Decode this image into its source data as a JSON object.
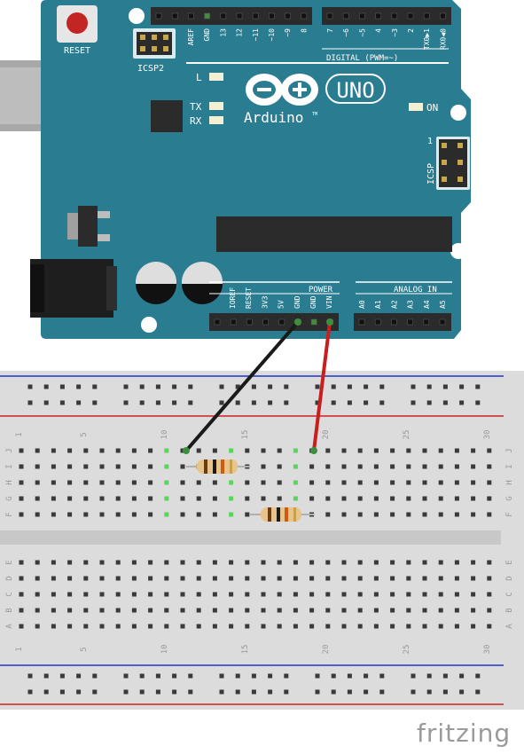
{
  "colors": {
    "board": "#2a7d91",
    "board_light": "#d8ecef",
    "header": "#2b2b2b",
    "breadboard": "#dcdcdc",
    "breadboard_gap": "#c8c8c8",
    "hole": "#3a3a3a",
    "hole_active": "#59d659",
    "rail_red": "#cc2222",
    "rail_blue": "#2233cc",
    "wire_black": "#1a1a1a",
    "wire_red": "#c81e1e",
    "resistor_body": "#e9c48a",
    "watermark": "#9a9a9a"
  },
  "board": {
    "reset_label": "RESET",
    "icsp2_label": "ICSP2",
    "icsp_label": "ICSP",
    "icsp_pin1": "1",
    "brand": "Arduino",
    "tm": "TM",
    "model": "UNO",
    "led_l": "L",
    "led_tx": "TX",
    "led_rx": "RX",
    "led_on": "ON",
    "digital_label": "DIGITAL (PWM=~)",
    "power_label": "POWER",
    "analog_label": "ANALOG IN",
    "digital_pins_left": [
      "AREF",
      "GND",
      "13",
      "12",
      "~11",
      "~10",
      "~9",
      "8"
    ],
    "digital_pins_right": [
      "7",
      "~6",
      "~5",
      "4",
      "~3",
      "2",
      "TX0▶1",
      "RX0◀0"
    ],
    "power_pins": [
      "IOREF",
      "RESET",
      "3V3",
      "5V",
      "GND",
      "GND",
      "VIN"
    ],
    "analog_pins": [
      "A0",
      "A1",
      "A2",
      "A3",
      "A4",
      "A5"
    ]
  },
  "breadboard": {
    "column_numbers": [
      "1",
      "5",
      "10",
      "15",
      "20",
      "25",
      "30"
    ],
    "rows_top": [
      "J",
      "I",
      "H",
      "G",
      "F"
    ],
    "rows_bottom": [
      "E",
      "D",
      "C",
      "B",
      "A"
    ]
  },
  "watermark": "fritzing"
}
